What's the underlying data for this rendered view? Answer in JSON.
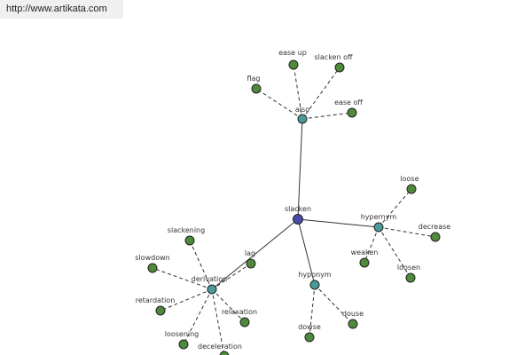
{
  "header": {
    "url": "http://www.artikata.com"
  },
  "graph": {
    "colors": {
      "root": "#4a4aa8",
      "relation": "#4a9a9a",
      "leaf": "#4f8a3a"
    },
    "nodes": [
      {
        "id": "slacken",
        "label": "slacken",
        "type": "root"
      },
      {
        "id": "also",
        "label": "also",
        "type": "relation"
      },
      {
        "id": "hypernym",
        "label": "hypernym",
        "type": "relation"
      },
      {
        "id": "hyponym",
        "label": "hyponym",
        "type": "relation"
      },
      {
        "id": "derivation",
        "label": "derivation",
        "type": "relation"
      },
      {
        "id": "lag",
        "label": "lag",
        "type": "relation-leaf"
      },
      {
        "id": "ease-up",
        "label": "ease up",
        "type": "leaf"
      },
      {
        "id": "slacken-off",
        "label": "slacken off",
        "type": "leaf"
      },
      {
        "id": "flag",
        "label": "flag",
        "type": "leaf"
      },
      {
        "id": "ease-off",
        "label": "ease off",
        "type": "leaf"
      },
      {
        "id": "loose",
        "label": "loose",
        "type": "leaf"
      },
      {
        "id": "decrease",
        "label": "decrease",
        "type": "leaf"
      },
      {
        "id": "weaken",
        "label": "weaken",
        "type": "leaf"
      },
      {
        "id": "loosen",
        "label": "loosen",
        "type": "leaf"
      },
      {
        "id": "dowse",
        "label": "dowse",
        "type": "leaf"
      },
      {
        "id": "douse",
        "label": "douse",
        "type": "leaf"
      },
      {
        "id": "slackening",
        "label": "slackening",
        "type": "leaf"
      },
      {
        "id": "slowdown",
        "label": "slowdown",
        "type": "leaf"
      },
      {
        "id": "retardation",
        "label": "retardation",
        "type": "leaf"
      },
      {
        "id": "relaxation",
        "label": "relaxation",
        "type": "leaf"
      },
      {
        "id": "loosening",
        "label": "loosening",
        "type": "leaf"
      },
      {
        "id": "deceleration",
        "label": "deceleration",
        "type": "leaf"
      }
    ],
    "edges": [
      {
        "from": "slacken",
        "to": "also",
        "style": "solid"
      },
      {
        "from": "slacken",
        "to": "hypernym",
        "style": "solid"
      },
      {
        "from": "slacken",
        "to": "hyponym",
        "style": "solid"
      },
      {
        "from": "slacken",
        "to": "derivation",
        "style": "solid"
      },
      {
        "from": "also",
        "to": "ease-up",
        "style": "dashed"
      },
      {
        "from": "also",
        "to": "slacken-off",
        "style": "dashed"
      },
      {
        "from": "also",
        "to": "flag",
        "style": "dashed"
      },
      {
        "from": "also",
        "to": "ease-off",
        "style": "dashed"
      },
      {
        "from": "hypernym",
        "to": "loose",
        "style": "dashed"
      },
      {
        "from": "hypernym",
        "to": "decrease",
        "style": "dashed"
      },
      {
        "from": "hypernym",
        "to": "weaken",
        "style": "dashed"
      },
      {
        "from": "hypernym",
        "to": "loosen",
        "style": "dashed"
      },
      {
        "from": "hyponym",
        "to": "dowse",
        "style": "dashed"
      },
      {
        "from": "hyponym",
        "to": "douse",
        "style": "dashed"
      },
      {
        "from": "derivation",
        "to": "lag",
        "style": "dashed"
      },
      {
        "from": "derivation",
        "to": "slackening",
        "style": "dashed"
      },
      {
        "from": "derivation",
        "to": "slowdown",
        "style": "dashed"
      },
      {
        "from": "derivation",
        "to": "retardation",
        "style": "dashed"
      },
      {
        "from": "derivation",
        "to": "relaxation",
        "style": "dashed"
      },
      {
        "from": "derivation",
        "to": "loosening",
        "style": "dashed"
      },
      {
        "from": "derivation",
        "to": "deceleration",
        "style": "dashed"
      }
    ]
  }
}
